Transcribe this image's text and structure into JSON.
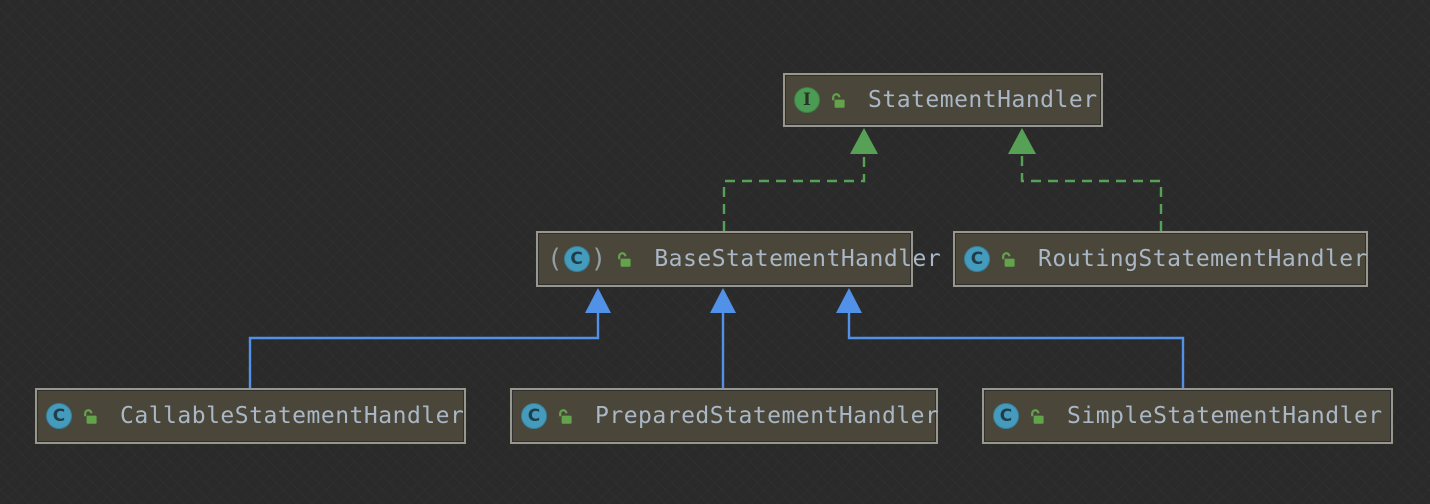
{
  "diagram": {
    "kind": "uml-class-diagram",
    "nodes": [
      {
        "id": "statement-handler",
        "label": "StatementHandler",
        "type": "interface",
        "type_icon": "interface-icon",
        "icon_letter": "I",
        "visibility_icon": "unlocked-public-icon"
      },
      {
        "id": "base-statement-handler",
        "label": "BaseStatementHandler",
        "type": "abstract-class",
        "type_icon": "abstract-class-icon",
        "icon_letter": "C",
        "paren_left": "(",
        "paren_right": ")",
        "visibility_icon": "unlocked-public-icon"
      },
      {
        "id": "routing-statement-handler",
        "label": "RoutingStatementHandler",
        "type": "class",
        "type_icon": "class-icon",
        "icon_letter": "C",
        "visibility_icon": "unlocked-public-icon"
      },
      {
        "id": "callable-statement-handler",
        "label": "CallableStatementHandler",
        "type": "class",
        "type_icon": "class-icon",
        "icon_letter": "C",
        "visibility_icon": "unlocked-public-icon"
      },
      {
        "id": "prepared-statement-handler",
        "label": "PreparedStatementHandler",
        "type": "class",
        "type_icon": "class-icon",
        "icon_letter": "C",
        "visibility_icon": "unlocked-public-icon"
      },
      {
        "id": "simple-statement-handler",
        "label": "SimpleStatementHandler",
        "type": "class",
        "type_icon": "class-icon",
        "icon_letter": "C",
        "visibility_icon": "unlocked-public-icon"
      }
    ],
    "edges": [
      {
        "from": "base-statement-handler",
        "to": "statement-handler",
        "type": "implements",
        "line_style": "dashed",
        "color": "#57a157"
      },
      {
        "from": "routing-statement-handler",
        "to": "statement-handler",
        "type": "implements",
        "line_style": "dashed",
        "color": "#57a157"
      },
      {
        "from": "callable-statement-handler",
        "to": "base-statement-handler",
        "type": "extends",
        "line_style": "solid",
        "color": "#5291e8"
      },
      {
        "from": "prepared-statement-handler",
        "to": "base-statement-handler",
        "type": "extends",
        "line_style": "solid",
        "color": "#5291e8"
      },
      {
        "from": "simple-statement-handler",
        "to": "base-statement-handler",
        "type": "extends",
        "line_style": "solid",
        "color": "#5291e8"
      }
    ],
    "colors": {
      "background": "#2a2a2a",
      "node_fill": "#4a4639",
      "node_border": "#97978d",
      "node_text": "#a9b7c6",
      "implements_edge": "#57a157",
      "extends_edge": "#5291e8",
      "interface_icon": "#4c9b54",
      "class_icon": "#459bbc",
      "lock_icon": "#63a34c"
    }
  }
}
